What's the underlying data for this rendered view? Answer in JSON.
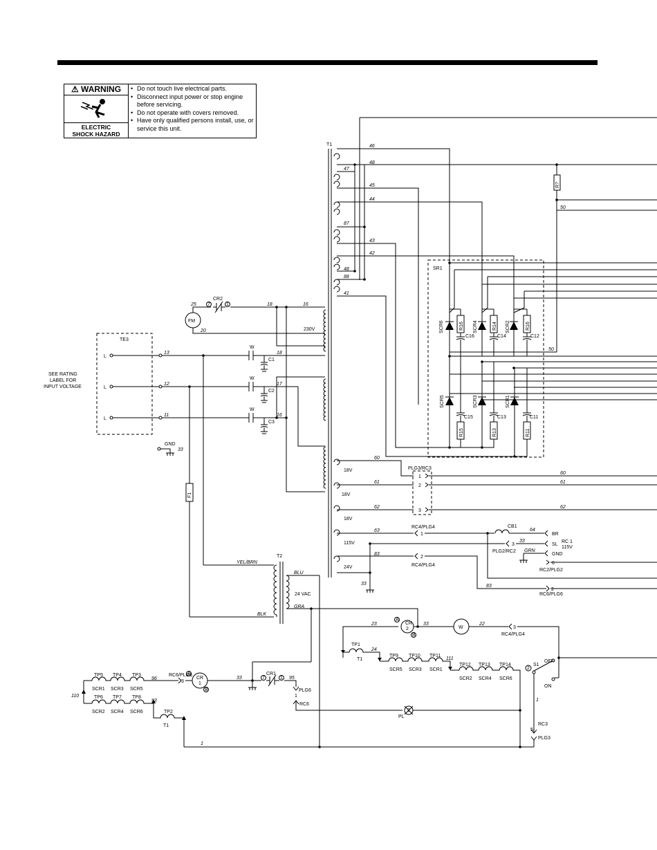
{
  "warning": {
    "title": "WARNING",
    "hazard_line1": "ELECTRIC",
    "hazard_line2": "SHOCK HAZARD",
    "bullets": [
      "Do not touch live electrical parts.",
      "Disconnect input power or stop engine before servicing.",
      "Do not operate with covers removed.",
      "Have only qualified persons install, use, or service this unit."
    ]
  },
  "labels": {
    "t1": "T1",
    "t2": "T2",
    "te3": "TE3",
    "sr1": "SR1",
    "w": "W",
    "l": "L",
    "c1": "C1",
    "c2": "C2",
    "c3": "C3",
    "cr2": "CR2",
    "fm": "FM",
    "v230": "230V",
    "gnd": "GND",
    "f1": "F1",
    "see1": "SEE RATING",
    "see2": "LABEL FOR",
    "see3": "INPUT VOLTAGE",
    "yelbrn": "YEL/BRN",
    "blk": "BLK",
    "blu": "BLU",
    "gra": "GRA",
    "vac24": "24 VAC",
    "v18": "18V",
    "v115": "115V",
    "v24": "24V",
    "plg3rc3": "PLG3/RC3",
    "rc4plg4": "RC4/PLG4",
    "cb1": "CB1",
    "br": "BR",
    "sl": "SL",
    "rc1": "RC 1",
    "rc1v": "115V",
    "grn": "GRN",
    "plg2rc2": "PLG2/RC2",
    "rc2plg2": "RC2/PLG2",
    "rc6plg6": "RC6/PLG6",
    "scr1": "SCR1",
    "scr2": "SCR2",
    "scr3": "SCR3",
    "scr4": "SCR4",
    "scr5": "SCR5",
    "scr6": "SCR6",
    "r11": "R11",
    "r13": "R13",
    "r14": "R14",
    "r15": "R15",
    "r16": "R16",
    "rr": "R?",
    "c11": "C11",
    "c12": "C12",
    "c13": "C13",
    "c14": "C14",
    "c15": "C15",
    "c16": "C16",
    "cr": "CR",
    "one": "1",
    "two": "2",
    "three": "3",
    "five": "5",
    "six": "6",
    "a": "A",
    "b": "B",
    "seven": "7",
    "wmeter": "W",
    "tp1": "TP1",
    "tp2": "TP2",
    "tp3": "TP3",
    "tp4": "TP4",
    "tp5": "TP5",
    "tp6": "TP6",
    "tp7": "TP7",
    "tp8": "TP8",
    "tp9": "TP9",
    "tp10": "TP10",
    "tp11": "TP11",
    "tp12": "TP12",
    "tp13": "TP13",
    "tp14": "TP14",
    "cr1": "CR1",
    "plg6": "PLG6",
    "rc6": "RC6",
    "pl": "PL",
    "s1": "S1",
    "off": "OFF",
    "on": "ON",
    "rc3": "RC3",
    "plg3": "PLG3"
  },
  "wires": {
    "w1": "1",
    "w11": "11",
    "w12": "12",
    "w13": "13",
    "w16": "16",
    "w17": "17",
    "w18": "18",
    "w20": "20",
    "w22": "22",
    "w23": "23",
    "w24": "24",
    "w25": "25",
    "w33": "33",
    "w41": "41",
    "w42": "42",
    "w43": "43",
    "w44": "44",
    "w45": "45",
    "w46": "46",
    "w47": "47",
    "w48": "48",
    "w50": "50",
    "w60": "60",
    "w61": "61",
    "w62": "62",
    "w63": "63",
    "w64": "64",
    "w83": "83",
    "w87": "87",
    "w88": "88",
    "w93": "93",
    "w95": "95",
    "w96": "96",
    "w110": "110",
    "w111": "111"
  }
}
